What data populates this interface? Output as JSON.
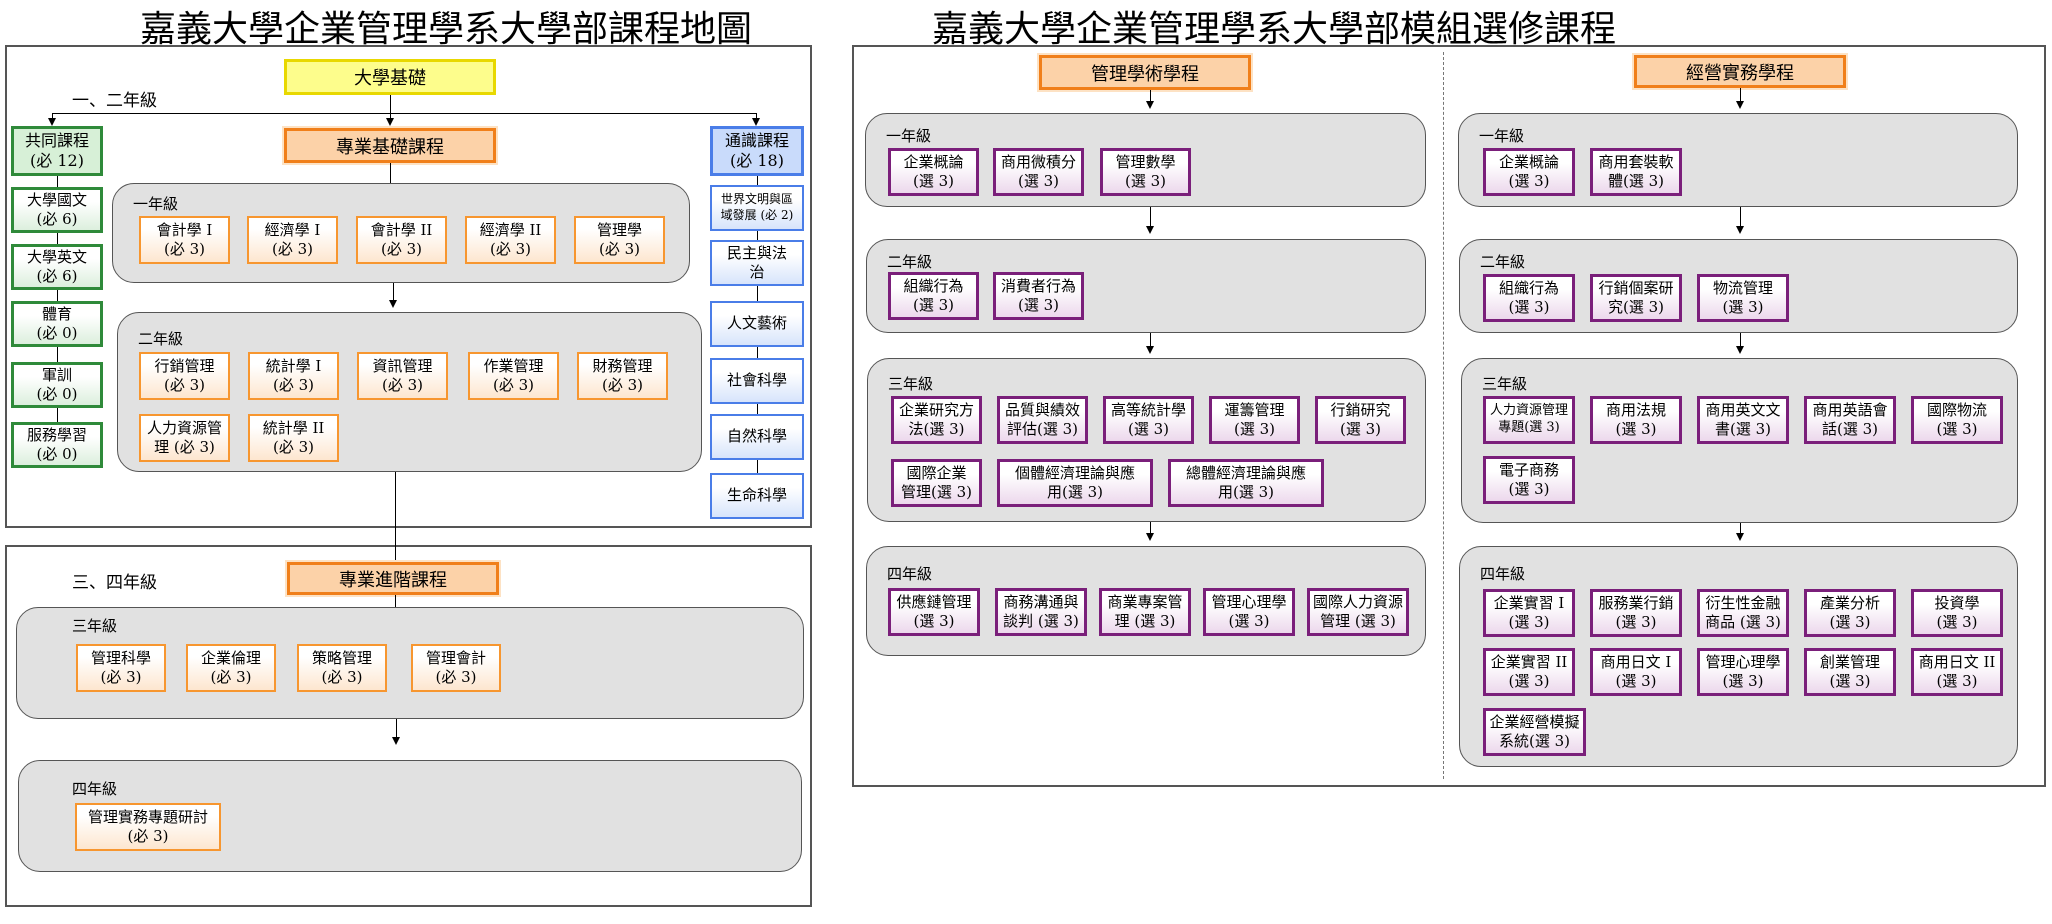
{
  "titles": {
    "left": "嘉義大學企業管理學系大學部課程地圖",
    "right": "嘉義大學企業管理學系大學部模組選修課程"
  },
  "left_map": {
    "top_box": "大學基礎",
    "year12_label": "一、二年級",
    "common": {
      "header": [
        "共同課程",
        "(必 12)"
      ],
      "items": [
        [
          "大學國文",
          "(必 6)"
        ],
        [
          "大學英文",
          "(必 6)"
        ],
        [
          "體育",
          "(必 0)"
        ],
        [
          "軍訓",
          "(必 0)"
        ],
        [
          "服務學習",
          "(必 0)"
        ]
      ]
    },
    "general": {
      "header": [
        "通識課程",
        "(必 18)"
      ],
      "items": [
        [
          "世界文明與區",
          "域發展 (必 2)"
        ],
        [
          "民主與法",
          "治"
        ],
        [
          "人文藝術"
        ],
        [
          "社會科學"
        ],
        [
          "自然科學"
        ],
        [
          "生命科學"
        ]
      ]
    },
    "foundation_header": "專業基礎課程",
    "foundation_y1": {
      "label": "一年級",
      "items": [
        [
          "會計學 I",
          "(必 3)"
        ],
        [
          "經濟學 I",
          "(必 3)"
        ],
        [
          "會計學 II",
          "(必 3)"
        ],
        [
          "經濟學 II",
          "(必 3)"
        ],
        [
          "管理學",
          "(必 3)"
        ]
      ]
    },
    "foundation_y2": {
      "label": "二年級",
      "items": [
        [
          "行銷管理",
          "(必 3)"
        ],
        [
          "統計學 I",
          "(必 3)"
        ],
        [
          "資訊管理",
          "(必 3)"
        ],
        [
          "作業管理",
          "(必 3)"
        ],
        [
          "財務管理",
          "(必 3)"
        ],
        [
          "人力資源管",
          "理 (必 3)"
        ],
        [
          "統計學 II",
          "(必 3)"
        ]
      ]
    },
    "year34_label": "三、四年級",
    "advanced_header": "專業進階課程",
    "advanced_y3": {
      "label": "三年級",
      "items": [
        [
          "管理科學",
          "(必 3)"
        ],
        [
          "企業倫理",
          "(必 3)"
        ],
        [
          "策略管理",
          "(必 3)"
        ],
        [
          "管理會計",
          "(必 3)"
        ]
      ]
    },
    "advanced_y4": {
      "label": "四年級",
      "items": [
        [
          "管理實務專題研討",
          "(必 3)"
        ]
      ]
    }
  },
  "right_map": {
    "academic": {
      "header": "管理學術學程",
      "y1": {
        "label": "一年級",
        "items": [
          [
            "企業概論",
            "(選 3)"
          ],
          [
            "商用微積分",
            "(選 3)"
          ],
          [
            "管理數學",
            "(選 3)"
          ]
        ]
      },
      "y2": {
        "label": "二年級",
        "items": [
          [
            "組織行為",
            "(選 3)"
          ],
          [
            "消費者行為",
            "(選 3)"
          ]
        ]
      },
      "y3": {
        "label": "三年級",
        "items": [
          [
            "企業研究方",
            "法(選 3)"
          ],
          [
            "品質與績效",
            "評估(選 3)"
          ],
          [
            "高等統計學",
            "(選 3)"
          ],
          [
            "運籌管理",
            "(選 3)"
          ],
          [
            "行銷研究",
            "(選 3)"
          ],
          [
            "國際企業",
            "管理(選 3)"
          ],
          [
            "個體經濟理論與應",
            "用(選 3)"
          ],
          [
            "總體經濟理論與應",
            "用(選 3)"
          ]
        ]
      },
      "y4": {
        "label": "四年級",
        "items": [
          [
            "供應鏈管理",
            "(選 3)"
          ],
          [
            "商務溝通與",
            "談判 (選 3)"
          ],
          [
            "商業專案管",
            "理 (選 3)"
          ],
          [
            "管理心理學",
            "(選 3)"
          ],
          [
            "國際人力資源",
            "管理 (選 3)"
          ]
        ]
      }
    },
    "practice": {
      "header": "經營實務學程",
      "y1": {
        "label": "一年級",
        "items": [
          [
            "企業概論",
            "(選 3)"
          ],
          [
            "商用套裝軟",
            "體(選 3)"
          ]
        ]
      },
      "y2": {
        "label": "二年級",
        "items": [
          [
            "組織行為",
            "(選 3)"
          ],
          [
            "行銷個案研",
            "究(選 3)"
          ],
          [
            "物流管理",
            "(選 3)"
          ]
        ]
      },
      "y3": {
        "label": "三年級",
        "items": [
          [
            "人力資源管理",
            "專題(選 3)"
          ],
          [
            "商用法規",
            "(選 3)"
          ],
          [
            "商用英文文",
            "書(選 3)"
          ],
          [
            "商用英語會",
            "話(選 3)"
          ],
          [
            "國際物流",
            "(選 3)"
          ],
          [
            "電子商務",
            "(選 3)"
          ]
        ]
      },
      "y4": {
        "label": "四年級",
        "items": [
          [
            "企業實習 I",
            "(選 3)"
          ],
          [
            "服務業行銷",
            "(選 3)"
          ],
          [
            "衍生性金融",
            "商品 (選 3)"
          ],
          [
            "產業分析",
            "(選 3)"
          ],
          [
            "投資學",
            "(選 3)"
          ],
          [
            "企業實習 II",
            "(選 3)"
          ],
          [
            "商用日文 I",
            "(選 3)"
          ],
          [
            "管理心理學",
            "(選 3)"
          ],
          [
            "創業管理",
            "(選 3)"
          ],
          [
            "商用日文 II",
            "(選 3)"
          ],
          [
            "企業經營模擬",
            "系統(選 3)"
          ]
        ]
      }
    }
  },
  "colors": {
    "required_course_border": "#f7962f",
    "elective_course_border": "#7a1f7a",
    "common_course_border": "#2f8a3a",
    "general_course_border": "#4a7de8",
    "top_box_fill": "#fdfd8c",
    "panel_fill": "#e1e1e1"
  }
}
